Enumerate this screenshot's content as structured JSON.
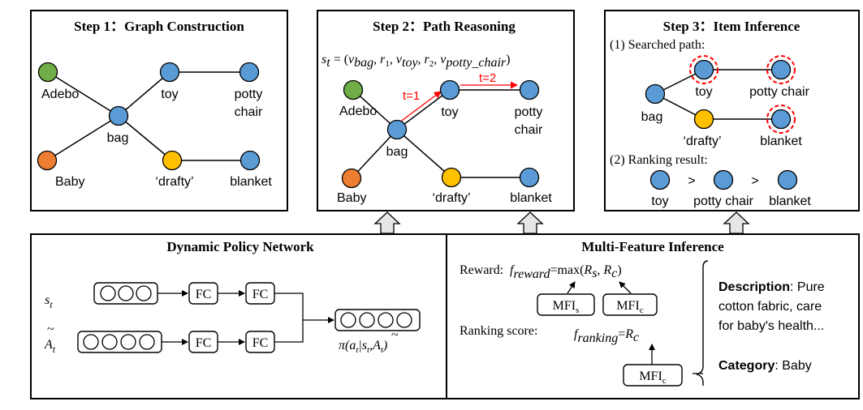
{
  "colors": {
    "blue": "#5b9bd5",
    "green": "#70ad47",
    "orange": "#ed7d31",
    "yellow": "#ffc000",
    "red": "#ff0000",
    "arrow_fill": "#e7e6e6"
  },
  "step1": {
    "title": "Step 1：Graph Construction",
    "nodes": {
      "adebo": "Adebo",
      "baby": "Baby",
      "bag": "bag",
      "toy": "toy",
      "drafty": "‘drafty’",
      "potty_line1": "potty",
      "potty_line2": "chair",
      "blanket": "blanket"
    }
  },
  "step2": {
    "title": "Step 2：Path Reasoning",
    "formula": {
      "s": "s",
      "t_sub": "t",
      "eq_open": " = (",
      "v": "v",
      "bag_sub": "bag",
      "comma1": ", ",
      "r": "r",
      "one": "1",
      "toy_sub": "toy",
      "two": "2",
      "potty_sub": "potty_chair",
      "close": ")"
    },
    "t1": "t=1",
    "t2": "t=2",
    "nodes": {
      "adebo": "Adebo",
      "baby": "Baby",
      "bag": "bag",
      "toy": "toy",
      "drafty": "‘drafty’",
      "potty_line1": "potty",
      "potty_line2": "chair",
      "blanket": "blanket"
    }
  },
  "step3": {
    "title": "Step 3：Item Inference",
    "searched_path": "(1) Searched path:",
    "ranking_result": "(2) Ranking result:",
    "nodes": {
      "toy": "toy",
      "potty_chair": "potty chair",
      "bag": "bag",
      "drafty": "‘drafty’",
      "blanket": "blanket"
    },
    "ranking": [
      "toy",
      "potty chair",
      "blanket"
    ],
    "gt": ">"
  },
  "policy": {
    "title": "Dynamic Policy Network",
    "s": "s",
    "t_sub": "t",
    "a": "A",
    "tilde": "~",
    "fc": "FC",
    "pi": "π(",
    "a_sub": "a",
    "bar": "|",
    "comma": ",",
    "close": ")"
  },
  "mfi": {
    "title": "Multi-Feature Inference",
    "reward_label": "Reward:",
    "f": "f",
    "reward_sub": "reward",
    "max_eq": "=max(",
    "R": "R",
    "s_sub": "s",
    "c_sub": "c",
    "comma": ", ",
    "close": ")",
    "ranking_label": "Ranking score:",
    "ranking_sub": "ranking",
    "eq": "=",
    "mfi": "MFI",
    "description_label": "Description",
    "description_text1": ": Pure",
    "description_text2": "cotton fabric, care",
    "description_text3": "for baby's health...",
    "category_label": "Category",
    "category_text": ": Baby"
  }
}
